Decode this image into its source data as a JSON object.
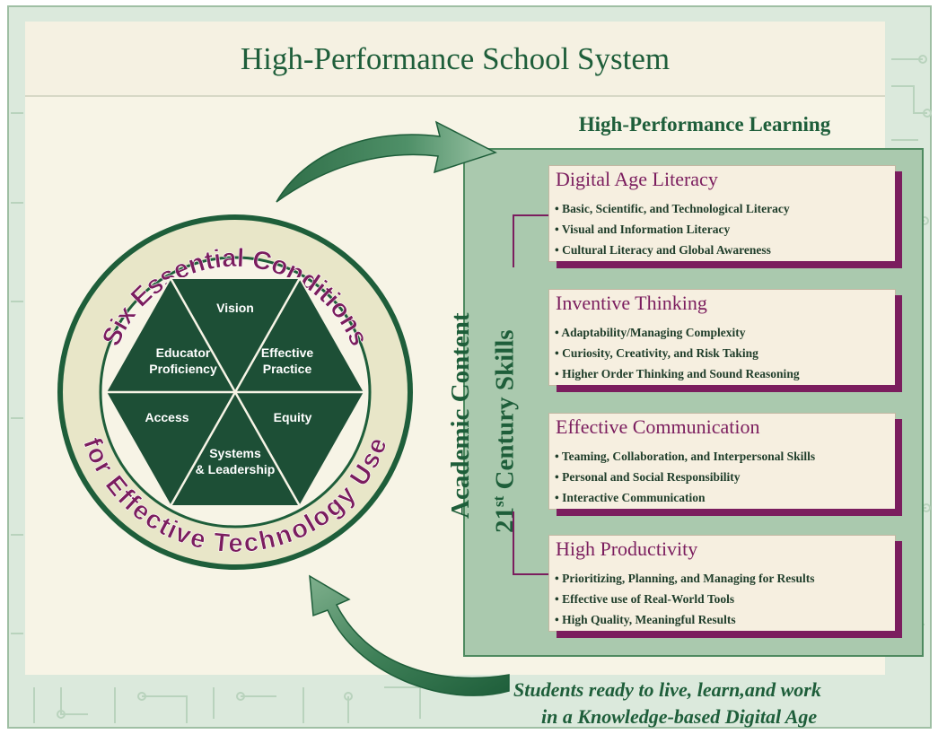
{
  "title": "High-Performance School System",
  "learning_heading": "High-Performance Learning",
  "column_labels": {
    "academic": "Academic Content",
    "century_prefix": "21",
    "century_sup": "st",
    "century_suffix": " Century Skills"
  },
  "ring_text": {
    "top": "Six Essential Conditions",
    "bottom": "for Effective Technology Use"
  },
  "hexagon_segments": [
    "Vision",
    "Effective Practice",
    "Equity",
    "Systems & Leadership",
    "Access",
    "Educator Proficiency"
  ],
  "hexagon_lines": {
    "vision": [
      "Vision"
    ],
    "effective": [
      "Effective",
      "Practice"
    ],
    "equity": [
      "Equity"
    ],
    "systems": [
      "Systems",
      "& Leadership"
    ],
    "access": [
      "Access"
    ],
    "educator": [
      "Educator",
      "Proficiency"
    ]
  },
  "skills": [
    {
      "heading": "Digital Age Literacy",
      "items": [
        "• Basic, Scientific, and Technological Literacy",
        "• Visual and Information Literacy",
        "• Cultural Literacy and Global Awareness"
      ]
    },
    {
      "heading": "Inventive Thinking",
      "items": [
        "• Adaptability/Managing Complexity",
        "• Curiosity, Creativity, and Risk Taking",
        "• Higher Order Thinking and Sound Reasoning"
      ]
    },
    {
      "heading": "Effective Communication",
      "items": [
        "• Teaming, Collaboration, and Interpersonal Skills",
        "• Personal and Social Responsibility",
        "• Interactive Communication"
      ]
    },
    {
      "heading": "High Productivity",
      "items": [
        "• Prioritizing, Planning, and Managing for Results",
        "• Effective use of Real-World Tools",
        "• High Quality, Meaningful Results"
      ]
    }
  ],
  "outcome": {
    "line1": "Students ready to live, learn,and work",
    "line2": "in a Knowledge-based Digital Age"
  },
  "colors": {
    "dark_green": "#1e5e3a",
    "hex_green": "#1d4f36",
    "maroon": "#7b1d5e",
    "panel_green": "#aac9ae",
    "cream": "#f7f4e6",
    "background": "#dbe9dc"
  }
}
